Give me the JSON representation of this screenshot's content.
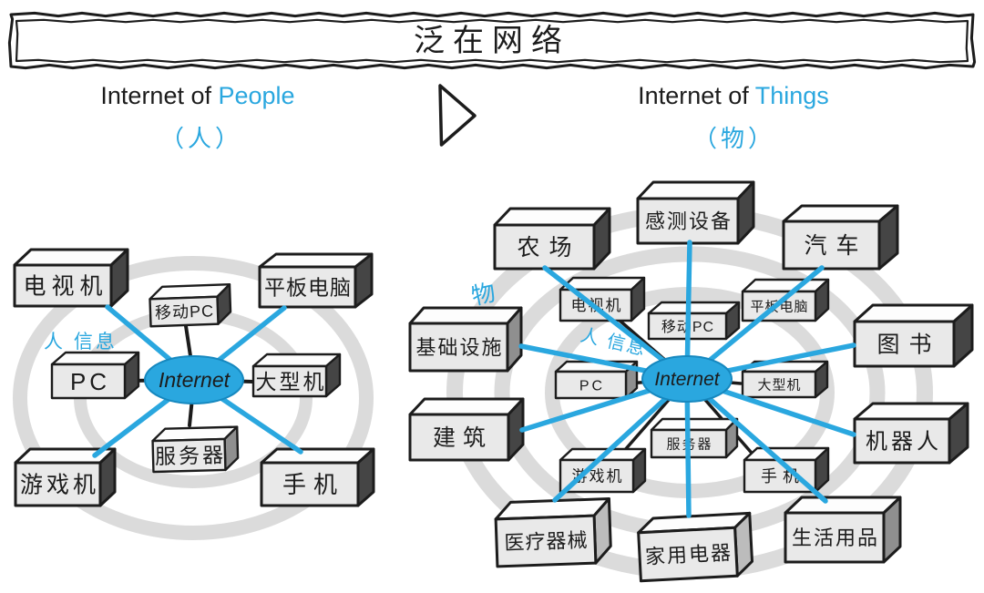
{
  "title": "泛在网络",
  "headings": {
    "left": {
      "prefix": "Internet of ",
      "highlight": "People",
      "subtitle": "（人）"
    },
    "right": {
      "prefix": "Internet of ",
      "highlight": "Things",
      "subtitle": "（物）"
    }
  },
  "colors": {
    "accent": "#2AA7DF",
    "accent_dark": "#1688BF",
    "ink": "#1C1C1C",
    "box_front": "#E9E9E9",
    "box_top": "#FDFDFD",
    "side_dark": "#454545",
    "side_mid": "#8F8F8F",
    "side_light": "#BCBCBC",
    "ring": "#DBDBDB"
  },
  "left_network": {
    "center_label": "Internet",
    "annotation": "人 信息",
    "nodes": [
      "电视机",
      "移动PC",
      "平板电脑",
      "PC",
      "大型机",
      "服务器",
      "游戏机",
      "手机"
    ]
  },
  "right_network": {
    "center_label": "Internet",
    "annotation_object": "物",
    "annotation_info": "人 信息",
    "inner_nodes": [
      "电视机",
      "移动PC",
      "平板电脑",
      "PC",
      "大型机",
      "服务器",
      "游戏机",
      "手机"
    ],
    "outer_nodes": [
      "农场",
      "感测设备",
      "汽车",
      "基础设施",
      "图书",
      "建筑",
      "机器人",
      "医疗器械",
      "家用电器",
      "生活用品"
    ]
  }
}
